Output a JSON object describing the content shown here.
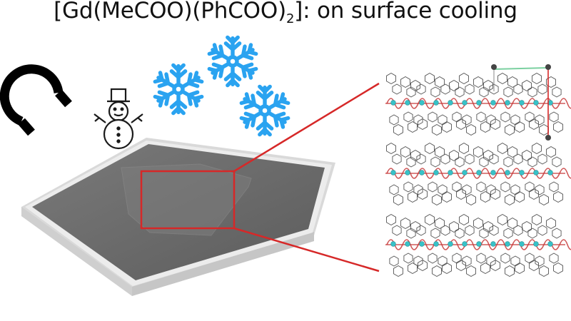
{
  "title": {
    "prefix": "[Gd(MeCOO)(PhCOO)",
    "subscript": "2",
    "suffix": "]: on surface cooling"
  },
  "icons": {
    "magnet": "magnet-icon",
    "snowman": "snowman-icon",
    "snowflake": "snowflake-icon"
  },
  "colors": {
    "snowflake": "#2aa3f0",
    "highlight": "#d62828",
    "substrate_top": "#6d6d6d",
    "substrate_edge": "#e2e2e2",
    "gd_atom": "#38c2c8",
    "bond": "#c73a3a",
    "ligand": "#555555"
  },
  "crystal_structure": {
    "chain_count": 3
  }
}
